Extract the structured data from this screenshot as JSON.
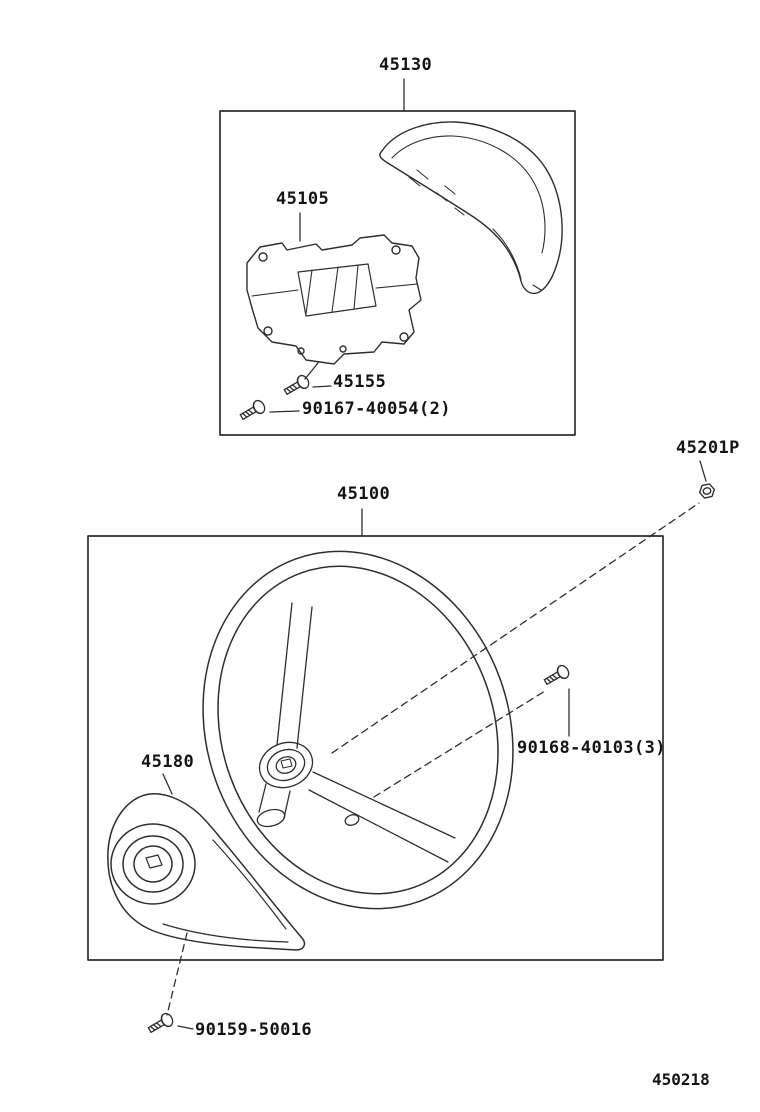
{
  "diagram": {
    "code": "450218",
    "parts": {
      "horn_pad": "45130",
      "bracket": "45105",
      "screw_45155": "45155",
      "screw_90167": "90167-40054(2)",
      "nut_45201p": "45201P",
      "steering_wheel": "45100",
      "lower_cover": "45180",
      "screw_90168": "90168-40103(3)",
      "screw_90159": "90159-50016"
    },
    "colors": {
      "background": "#ffffff",
      "line": "#2e2e2e",
      "text": "#141414"
    }
  }
}
